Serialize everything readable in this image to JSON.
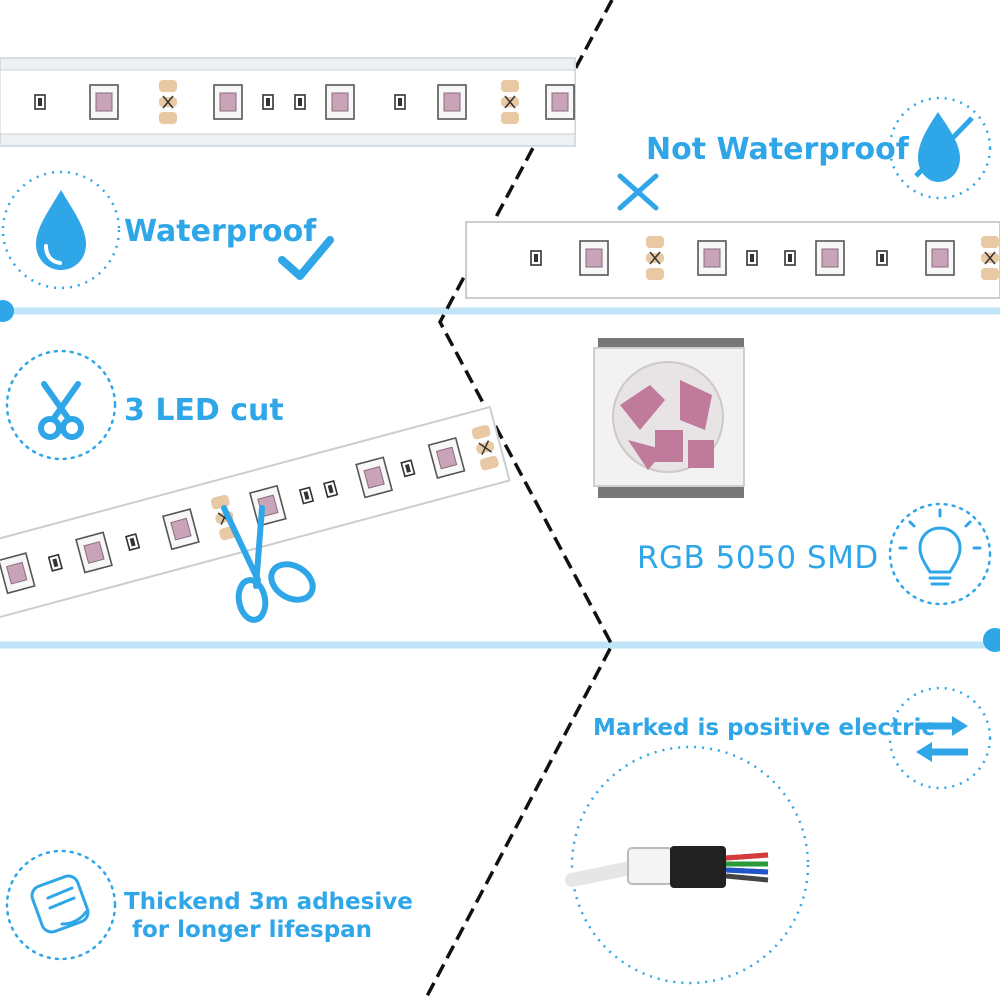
{
  "theme": {
    "accent": "#2fa6e8",
    "line": "#bfe4f7",
    "strip": "#eef1f3",
    "led": "#c9a4b8",
    "copper": "#e8c9a4"
  },
  "features": {
    "waterproof": {
      "label": "Waterproof",
      "icon": "water-drop-icon",
      "mark": "checkmark-icon"
    },
    "not_waterproof": {
      "label": "Not Waterproof",
      "icon": "water-drop-crossed-icon",
      "mark": "cross-icon"
    },
    "cut": {
      "label": "3 LED cut",
      "icon": "scissors-icon"
    },
    "smd": {
      "label": "RGB 5050 SMD",
      "icon": "light-bulb-icon"
    },
    "marked": {
      "label": "Marked is positive electric",
      "icon": "swap-arrows-icon"
    },
    "adhesive": {
      "line1": "Thickend 3m adhesive",
      "line2": "for longer lifespan",
      "icon": "adhesive-tape-icon"
    }
  }
}
